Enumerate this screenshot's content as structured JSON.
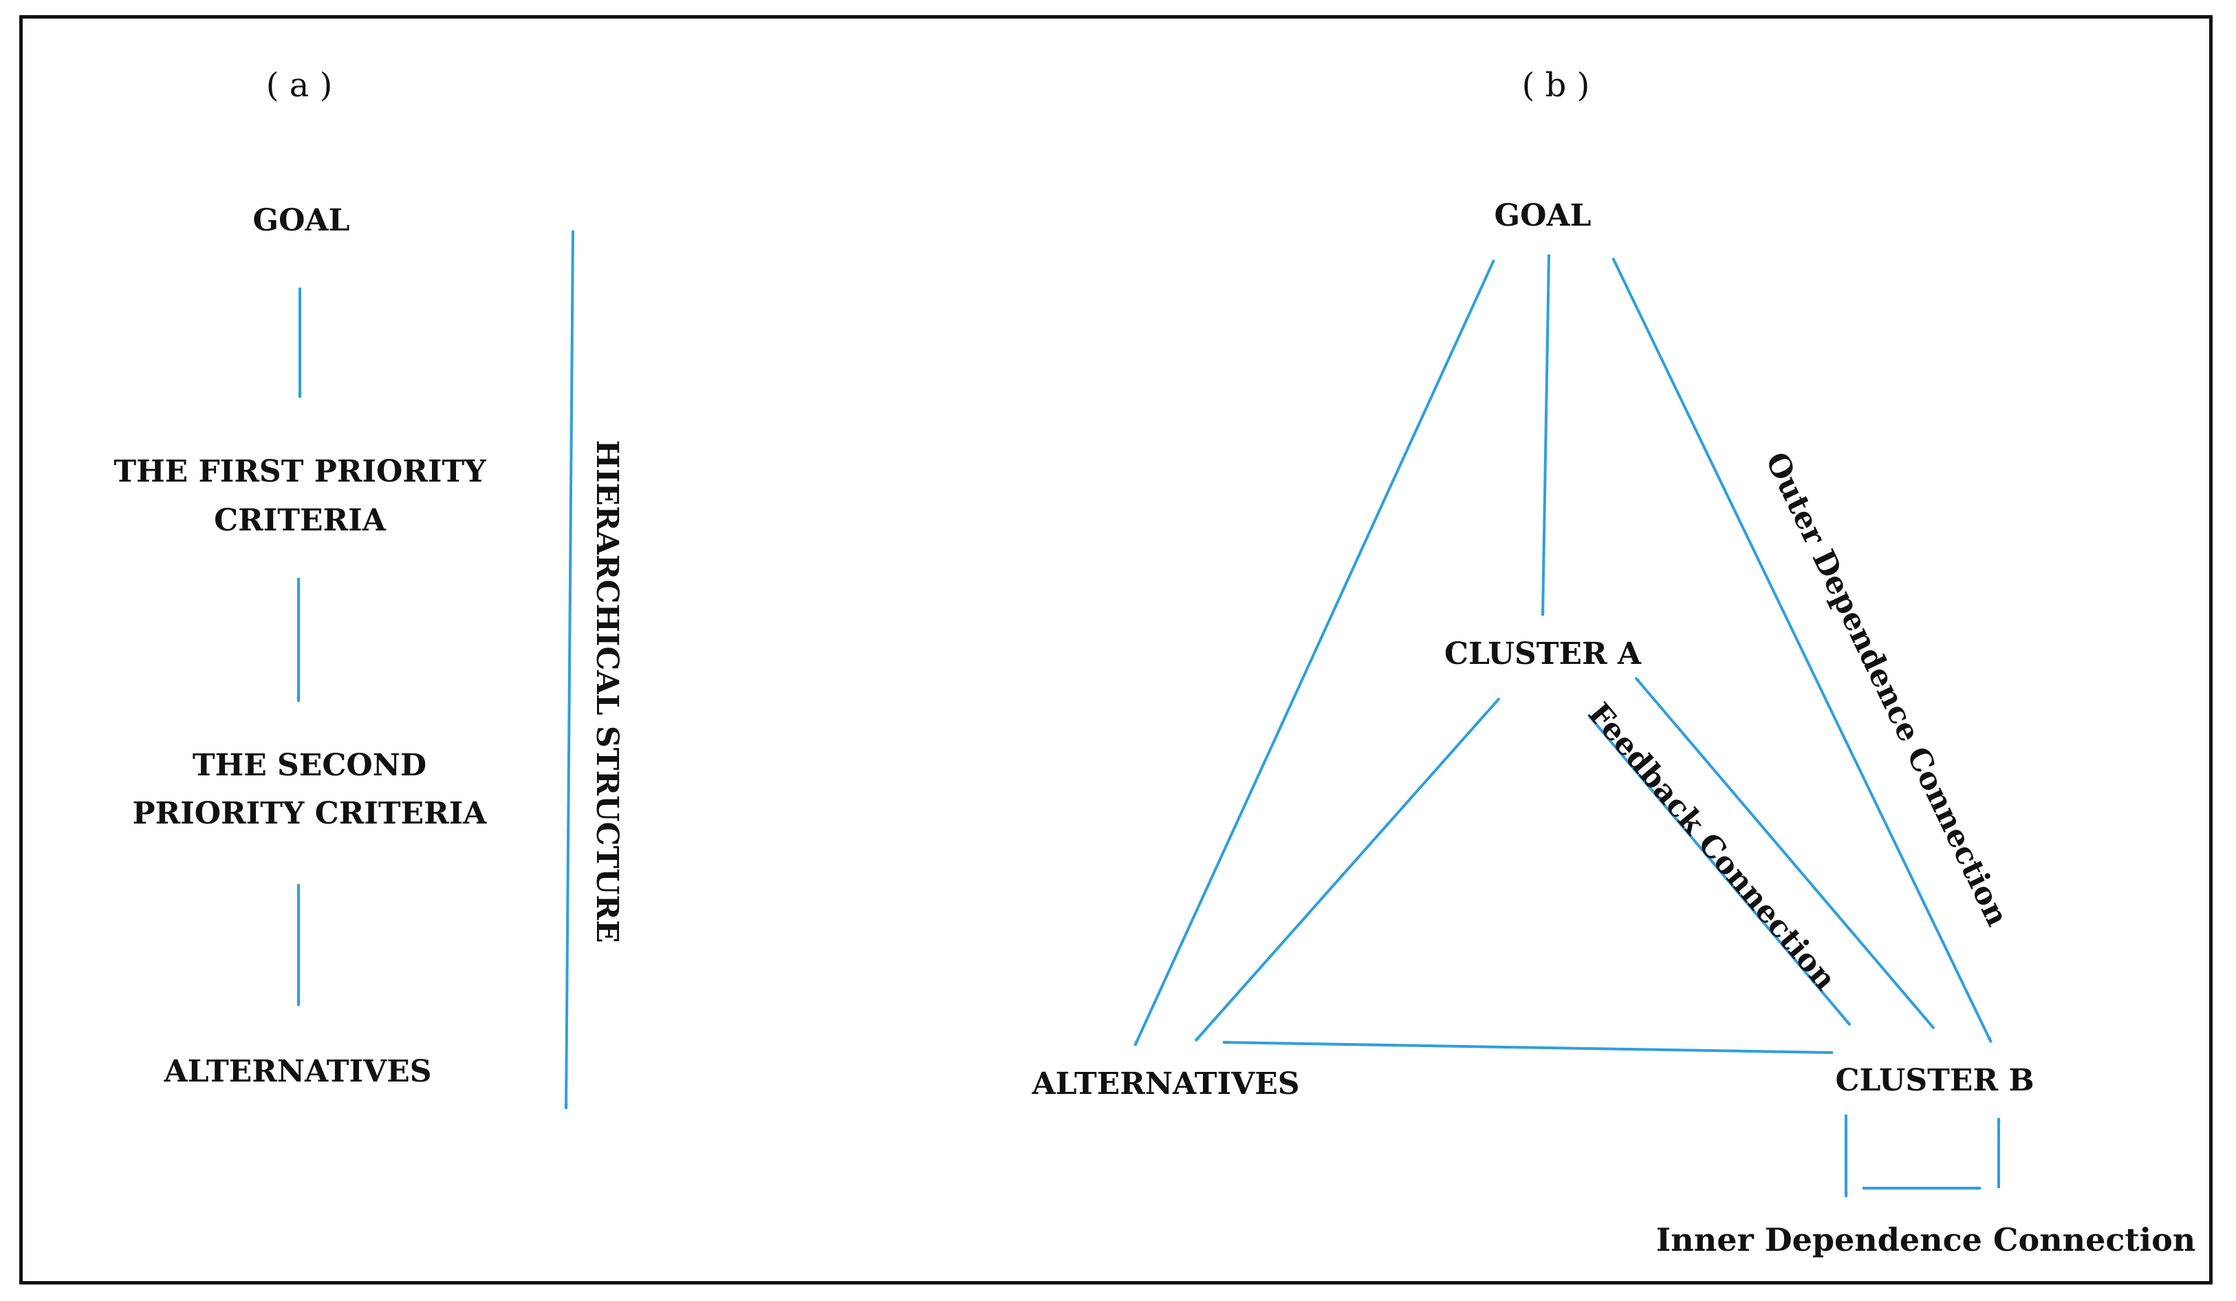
{
  "panels": {
    "a": {
      "label": "( a )",
      "nodes": {
        "goal": "GOAL",
        "first_line1": "THE FIRST PRIORITY",
        "first_line2": "CRITERIA",
        "second_line1": "THE SECOND",
        "second_line2": "PRIORITY CRITERIA",
        "alternatives": "ALTERNATIVES"
      },
      "side_label": "HIERARCHICAL  STRUCTURE"
    },
    "b": {
      "label": "( b )",
      "nodes": {
        "goal": "GOAL",
        "cluster_a": "CLUSTER A",
        "cluster_b": "CLUSTER B",
        "alternatives": "ALTERNATIVES"
      },
      "connections": {
        "outer": "Outer Dependence Connection",
        "feedback": "Feedback Connection",
        "inner": "Inner Dependence Connection"
      }
    }
  },
  "colors": {
    "arrow": "#2f9fde",
    "text": "#111111",
    "border": "#111111"
  }
}
